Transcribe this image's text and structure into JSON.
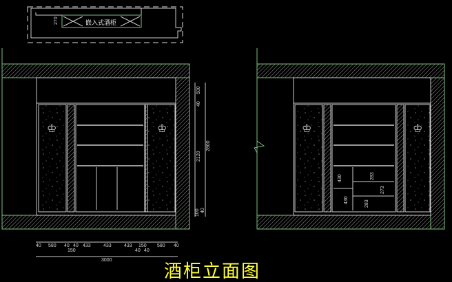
{
  "drawing": {
    "title": "酒柜立面图",
    "plan_label": "嵌入式酒柜",
    "plan_dim": "270",
    "colors": {
      "wall": "#7fbf7f",
      "line": "#d0d0d0",
      "text": "#d8d8d8",
      "title": "#ffff33",
      "bg": "#000000"
    }
  },
  "left_elevation": {
    "vertical_dims": [
      "500",
      "40",
      "2120",
      "40",
      "100",
      "2800"
    ],
    "horizontal_dims": [
      "40",
      "580",
      "40",
      "40",
      "433",
      "433",
      "433",
      "150",
      "40",
      "40",
      "580",
      "40",
      "150",
      "3000"
    ]
  },
  "right_elevation": {
    "shelf_dims": [
      "430",
      "283",
      "273",
      "430",
      "283"
    ]
  }
}
